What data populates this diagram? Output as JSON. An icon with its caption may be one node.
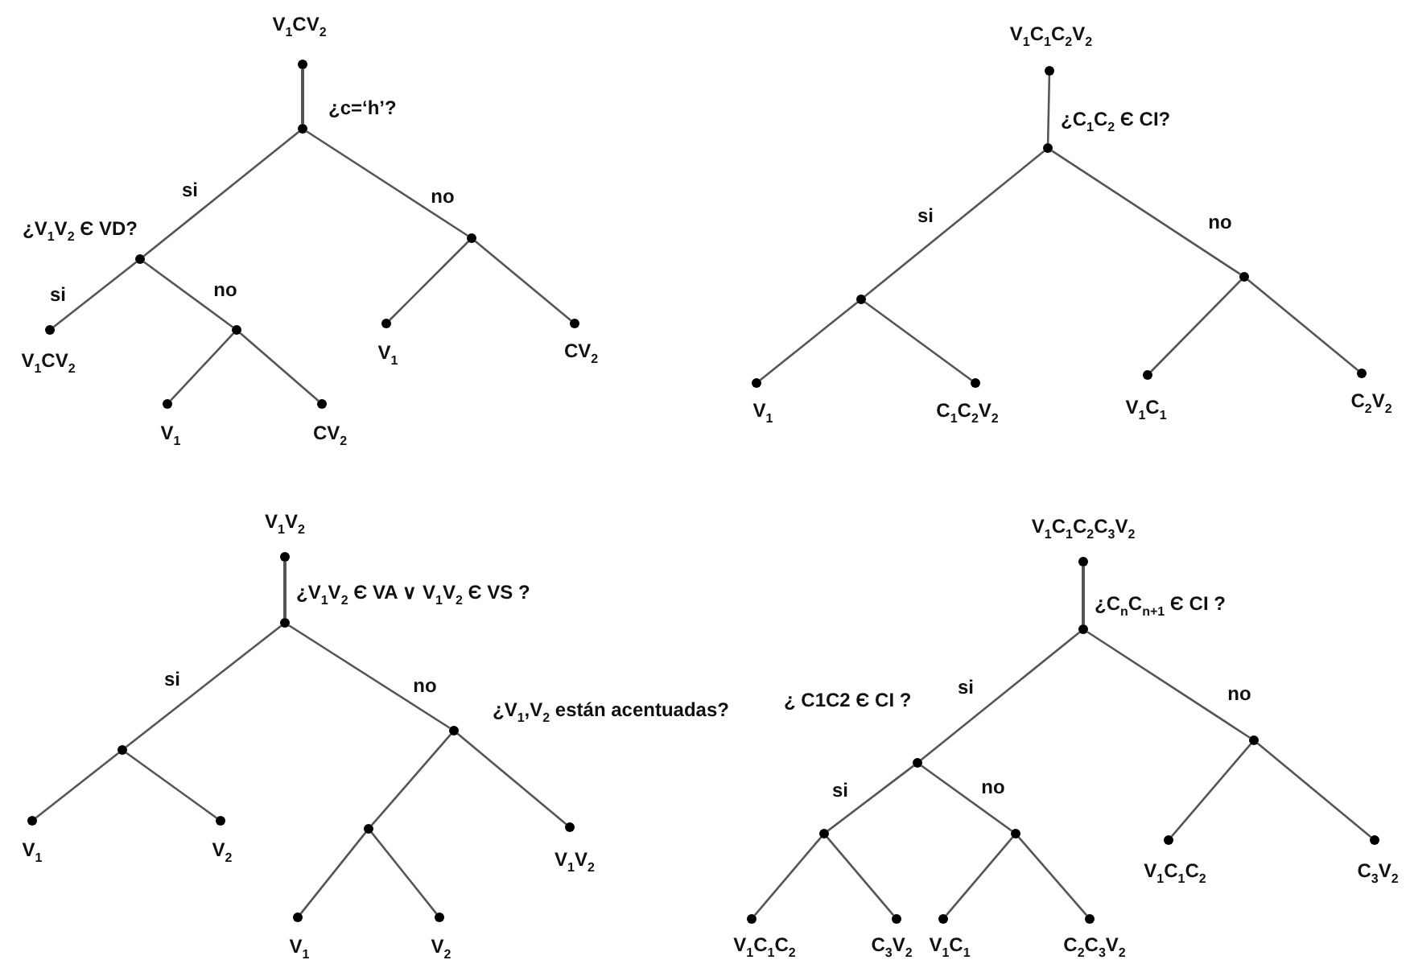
{
  "diagram": {
    "nodes": [
      {
        "text": [],
        "shape": "circle",
        "beside": [
          "V$_{1}$CV$_{2}$"
        ]
      },
      {
        "text": [],
        "shape": "circle"
      },
      {
        "text": [],
        "shape": "circle",
        "beside": [
          "¿V$_{1}$V$_{2}$ Є VD?"
        ]
      },
      {
        "text": [],
        "shape": "circle",
        "beside": [
          "V$_{1}$CV$_{2}$"
        ]
      },
      {
        "text": [],
        "shape": "circle"
      },
      {
        "text": [],
        "shape": "circle",
        "beside": [
          "V$_{1}$"
        ]
      },
      {
        "text": [],
        "shape": "circle",
        "beside": [
          "CV$_{2}$"
        ]
      },
      {
        "text": [],
        "shape": "circle"
      },
      {
        "text": [],
        "shape": "circle",
        "beside": [
          "V$_{1}$"
        ]
      },
      {
        "text": [],
        "shape": "circle",
        "beside": [
          "CV$_{2}$"
        ]
      },
      {
        "text": [],
        "shape": "circle",
        "beside": [
          "V$_{1}$C$_{1}$C$_{2}$V$_{2}$"
        ]
      },
      {
        "text": [],
        "shape": "circle"
      },
      {
        "text": [],
        "shape": "circle"
      },
      {
        "text": [],
        "shape": "circle",
        "beside": [
          "V$_{1}$"
        ]
      },
      {
        "text": [],
        "shape": "circle",
        "beside": [
          "C$_{1}$C$_{2}$V$_{2}$"
        ]
      },
      {
        "text": [],
        "shape": "circle"
      },
      {
        "text": [],
        "shape": "circle",
        "beside": [
          "V$_{1}$C$_{1}$"
        ]
      },
      {
        "text": [],
        "shape": "circle",
        "beside": [
          "C$_{2}$V$_{2}$"
        ]
      },
      {
        "text": [],
        "shape": "circle",
        "beside": [
          "V$_{1}$V$_{2}$"
        ]
      },
      {
        "text": [],
        "shape": "circle"
      },
      {
        "text": [],
        "shape": "circle"
      },
      {
        "text": [],
        "shape": "circle",
        "beside": [
          "V$_{1}$"
        ]
      },
      {
        "text": [],
        "shape": "circle",
        "beside": [
          "V$_{2}$"
        ]
      },
      {
        "text": [],
        "shape": "circle",
        "beside": [
          "¿V$_{1}$,V$_{2}$ están acentuadas?"
        ]
      },
      {
        "text": [],
        "shape": "circle"
      },
      {
        "text": [],
        "shape": "circle",
        "beside": [
          "V$_{1}$"
        ]
      },
      {
        "text": [],
        "shape": "circle",
        "beside": [
          "V$_{2}$"
        ]
      },
      {
        "text": [],
        "shape": "circle",
        "beside": [
          "V$_{1}$V$_{2}$"
        ]
      },
      {
        "text": [],
        "shape": "circle",
        "beside": [
          "V$_{1}$C$_{1}$C$_{2}$C$_{3}$V$_{2}$"
        ]
      },
      {
        "text": [],
        "shape": "circle"
      },
      {
        "text": [],
        "shape": "circle",
        "beside": [
          "¿ C1C2 Є CI ?"
        ]
      },
      {
        "text": [],
        "shape": "circle"
      },
      {
        "text": [],
        "shape": "circle",
        "beside": [
          "V$_{1}$C$_{1}$C$_{2}$"
        ]
      },
      {
        "text": [],
        "shape": "circle",
        "beside": [
          "C$_{3}$V$_{2}$"
        ]
      },
      {
        "text": [],
        "shape": "circle"
      },
      {
        "text": [],
        "shape": "circle",
        "beside": [
          "V$_{1}$C$_{1}$"
        ]
      },
      {
        "text": [],
        "shape": "circle",
        "beside": [
          "C$_{2}$C$_{3}$V$_{2}$"
        ]
      },
      {
        "text": [],
        "shape": "circle"
      },
      {
        "text": [],
        "shape": "circle",
        "beside": [
          "V$_{1}$C$_{1}$C$_{2}$"
        ]
      },
      {
        "text": [],
        "shape": "circle",
        "beside": [
          "C$_{3}$V$_{2}$"
        ]
      }
    ],
    "edges": [
      {
        "from": 0,
        "to": 1,
        "arrow": "none",
        "label": "¿c=‘h’?"
      },
      {
        "from": 1,
        "to": 2,
        "arrow": "none",
        "label": "si"
      },
      {
        "from": 1,
        "to": 7,
        "arrow": "none",
        "label": "no"
      },
      {
        "from": 2,
        "to": 3,
        "arrow": "none",
        "label": "si"
      },
      {
        "from": 2,
        "to": 4,
        "arrow": "none",
        "label": "no"
      },
      {
        "from": 4,
        "to": 5,
        "arrow": "none"
      },
      {
        "from": 4,
        "to": 6,
        "arrow": "none"
      },
      {
        "from": 7,
        "to": 8,
        "arrow": "none"
      },
      {
        "from": 7,
        "to": 9,
        "arrow": "none"
      },
      {
        "from": 10,
        "to": 11,
        "arrow": "none",
        "label": "¿C$_{1}$C$_{2}$ Є CI?"
      },
      {
        "from": 11,
        "to": 12,
        "arrow": "none",
        "label": "si"
      },
      {
        "from": 11,
        "to": 15,
        "arrow": "none",
        "label": "no"
      },
      {
        "from": 12,
        "to": 13,
        "arrow": "none"
      },
      {
        "from": 12,
        "to": 14,
        "arrow": "none"
      },
      {
        "from": 15,
        "to": 16,
        "arrow": "none"
      },
      {
        "from": 15,
        "to": 17,
        "arrow": "none"
      },
      {
        "from": 18,
        "to": 19,
        "arrow": "none",
        "label": "¿V$_{1}$V$_{2}$ Є VA ∨ V$_{1}$V$_{2}$ Є VS ?"
      },
      {
        "from": 19,
        "to": 20,
        "arrow": "none",
        "label": "si"
      },
      {
        "from": 19,
        "to": 23,
        "arrow": "none",
        "label": "no"
      },
      {
        "from": 20,
        "to": 21,
        "arrow": "none"
      },
      {
        "from": 20,
        "to": 22,
        "arrow": "none"
      },
      {
        "from": 23,
        "to": 24,
        "arrow": "none"
      },
      {
        "from": 23,
        "to": 27,
        "arrow": "none"
      },
      {
        "from": 24,
        "to": 25,
        "arrow": "none"
      },
      {
        "from": 24,
        "to": 26,
        "arrow": "none"
      },
      {
        "from": 28,
        "to": 29,
        "arrow": "none",
        "label": "¿C$_{n}$C$_{n+1}$ Є CI ?"
      },
      {
        "from": 29,
        "to": 30,
        "arrow": "none",
        "label": "si"
      },
      {
        "from": 29,
        "to": 37,
        "arrow": "none",
        "label": "no"
      },
      {
        "from": 30,
        "to": 31,
        "arrow": "none",
        "label": "si"
      },
      {
        "from": 30,
        "to": 34,
        "arrow": "none",
        "label": "no"
      },
      {
        "from": 31,
        "to": 32,
        "arrow": "none"
      },
      {
        "from": 31,
        "to": 33,
        "arrow": "none"
      },
      {
        "from": 34,
        "to": 35,
        "arrow": "none"
      },
      {
        "from": 34,
        "to": 36,
        "arrow": "none"
      },
      {
        "from": 37,
        "to": 38,
        "arrow": "none"
      },
      {
        "from": 37,
        "to": 39,
        "arrow": "none"
      }
    ]
  }
}
